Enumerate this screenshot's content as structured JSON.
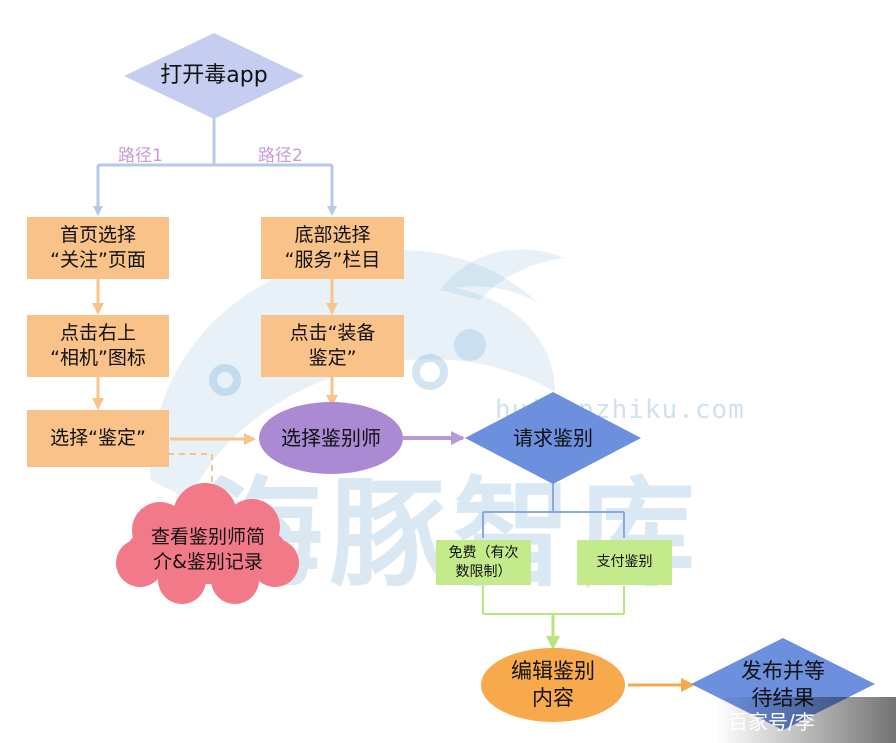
{
  "colors": {
    "diamond": "#6c8fde",
    "diamond_light": "#c5cdf0",
    "orange_box": "#f9c289",
    "purple_ellipse": "#a98ad3",
    "cloud": "#f27a88",
    "green_box": "#c3ea8b",
    "orange_ellipse": "#f7a94b",
    "arrow_blue": "#b8c8ea",
    "arrow_orange": "#f8c48a",
    "arrow_purple": "#b69ad7",
    "arrow_green": "#b7e57f",
    "edge_label": "#c79ad8"
  },
  "start": "打开毒app",
  "edge_labels": {
    "path1": "路径1",
    "path2": "路径2"
  },
  "path1": {
    "step1": "首页选择\n“关注”页面",
    "step2": "点击右上\n“相机”图标",
    "step3": "选择“鉴定”"
  },
  "path2": {
    "step1": "底部选择\n“服务”栏目",
    "step2": "点击“装备\n鉴定”"
  },
  "select_appraiser": "选择鉴别师",
  "view_profile": "查看鉴别师简\n介&鉴别记录",
  "request": "请求鉴别",
  "free": "免费（有次\n数限制）",
  "paid": "支付鉴别",
  "edit": "编辑鉴别\n内容",
  "publish": "发布并等\n待结果",
  "watermark": {
    "url": "huitunzhiku.com",
    "brand": "海豚智库"
  },
  "corner_caption": "百家号/李"
}
